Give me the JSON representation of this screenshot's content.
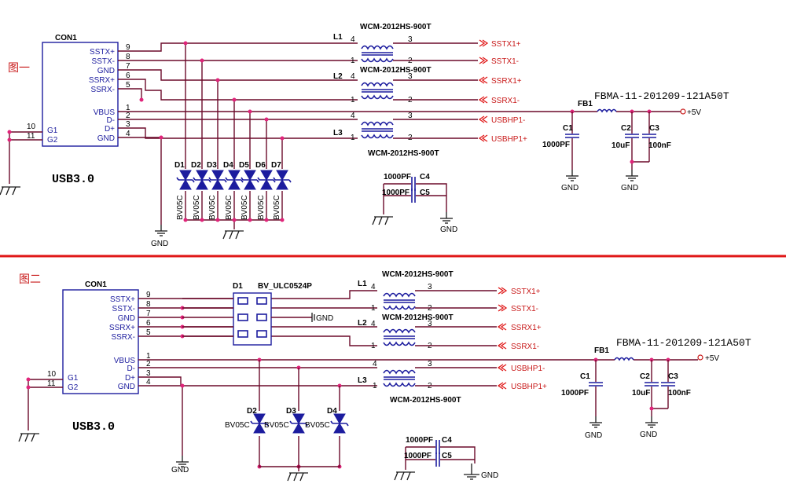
{
  "figure1": {
    "fig_label": "图一",
    "connector": {
      "ref": "CON1",
      "pins": [
        "SSTX+",
        "SSTX-",
        "GND",
        "SSRX+",
        "SSRX-",
        "VBUS",
        "D-",
        "D+",
        "GND"
      ],
      "pin_numbers": [
        "9",
        "8",
        "7",
        "6",
        "5",
        "1",
        "2",
        "3",
        "4"
      ],
      "ground_pins": [
        "G1",
        "G2"
      ],
      "ground_pin_numbers": [
        "10",
        "11"
      ]
    },
    "title": "USB3.0",
    "diode_refs": [
      "D1",
      "D2",
      "D3",
      "D4",
      "D5",
      "D6",
      "D7"
    ],
    "diode_part": "BV05C",
    "chokes": [
      {
        "ref": "L1",
        "part": "WCM-2012HS-900T",
        "pins": [
          "4",
          "3",
          "1",
          "2"
        ]
      },
      {
        "ref": "L2",
        "part": "WCM-2012HS-900T",
        "pins": [
          "4",
          "3",
          "1",
          "2"
        ]
      },
      {
        "ref": "L3",
        "part": "WCM-2012HS-900T",
        "pins": [
          "4",
          "3",
          "1",
          "2"
        ]
      }
    ],
    "nets": [
      "SSTX1+",
      "SSTX1-",
      "SSRX1+",
      "SSRX1-",
      "USBHP1-",
      "USBHP1+"
    ],
    "ferrite": {
      "ref": "FB1",
      "part": "FBMA-11-201209-121A50T"
    },
    "power": "+5V",
    "caps": [
      {
        "ref": "C1",
        "value": "1000PF"
      },
      {
        "ref": "C2",
        "value": "10uF"
      },
      {
        "ref": "C3",
        "value": "100nF"
      },
      {
        "ref": "C4",
        "value": "1000PF"
      },
      {
        "ref": "C5",
        "value": "1000PF"
      }
    ],
    "gnd": "GND"
  },
  "figure2": {
    "fig_label": "图二",
    "connector": {
      "ref": "CON1",
      "pins": [
        "SSTX+",
        "SSTX-",
        "GND",
        "SSRX+",
        "SSRX-",
        "VBUS",
        "D-",
        "D+",
        "GND"
      ],
      "pin_numbers": [
        "9",
        "8",
        "7",
        "6",
        "5",
        "1",
        "2",
        "3",
        "4"
      ],
      "ground_pins": [
        "G1",
        "G2"
      ],
      "ground_pin_numbers": [
        "10",
        "11"
      ]
    },
    "title": "USB3.0",
    "array": {
      "ref": "D1",
      "part": "BV_ULC0524P"
    },
    "diode_refs": [
      "D2",
      "D3",
      "D4"
    ],
    "diode_part": "BV05C",
    "chokes": [
      {
        "ref": "L1",
        "part": "WCM-2012HS-900T",
        "pins": [
          "4",
          "3",
          "1",
          "2"
        ]
      },
      {
        "ref": "L2",
        "part": "WCM-2012HS-900T",
        "pins": [
          "4",
          "3",
          "1",
          "2"
        ]
      },
      {
        "ref": "L3",
        "part": "WCM-2012HS-900T",
        "pins": [
          "4",
          "3",
          "1",
          "2"
        ]
      }
    ],
    "nets": [
      "SSTX1+",
      "SSTX1-",
      "SSRX1+",
      "SSRX1-",
      "USBHP1-",
      "USBHP1+"
    ],
    "ferrite": {
      "ref": "FB1",
      "part": "FBMA-11-201209-121A50T"
    },
    "power": "+5V",
    "caps": [
      {
        "ref": "C1",
        "value": "1000PF"
      },
      {
        "ref": "C2",
        "value": "10uF"
      },
      {
        "ref": "C3",
        "value": "100nF"
      },
      {
        "ref": "C4",
        "value": "1000PF"
      },
      {
        "ref": "C5",
        "value": "1000PF"
      }
    ],
    "gnd": "GND"
  },
  "colors": {
    "wire": "#6b0a2a",
    "component": "#1c1c9e",
    "divider": "#e01818",
    "junction": "#e0247a",
    "label_cn": "#c81818"
  }
}
